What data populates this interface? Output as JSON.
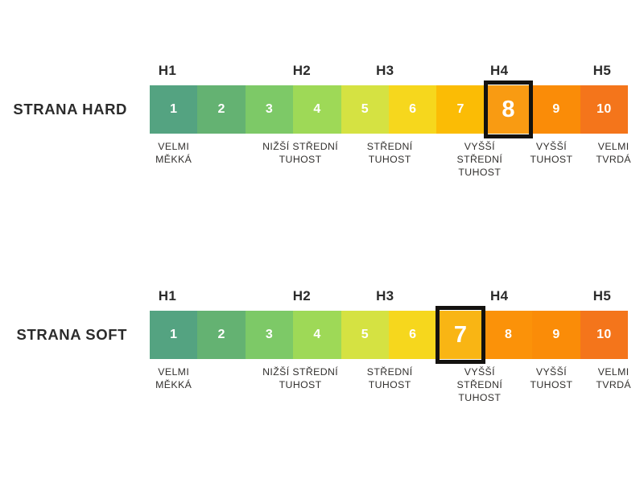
{
  "page": {
    "background": "#ffffff",
    "text_color": "#2b2b2b",
    "highlight_border_color": "#14120f"
  },
  "scales": [
    {
      "id": "hard",
      "row_label": "STRANA HARD",
      "group_headers": [
        {
          "label": "H1",
          "center_pct": 3.7
        },
        {
          "label": "H2",
          "center_pct": 31.8
        },
        {
          "label": "H3",
          "center_pct": 49.2
        },
        {
          "label": "H4",
          "center_pct": 73.1
        },
        {
          "label": "H5",
          "center_pct": 94.6
        }
      ],
      "cells": [
        {
          "number": "1",
          "color": "#54a381",
          "highlight": false
        },
        {
          "number": "2",
          "color": "#64b272",
          "highlight": false
        },
        {
          "number": "3",
          "color": "#7dc967",
          "highlight": false
        },
        {
          "number": "4",
          "color": "#9ed957",
          "highlight": false
        },
        {
          "number": "5",
          "color": "#d5e242",
          "highlight": false
        },
        {
          "number": "6",
          "color": "#f6d71d",
          "highlight": false
        },
        {
          "number": "7",
          "color": "#fbbc05",
          "highlight": false
        },
        {
          "number": "8",
          "color": "#f99b12",
          "highlight": true
        },
        {
          "number": "9",
          "color": "#fa8c08",
          "highlight": false
        },
        {
          "number": "10",
          "color": "#f4751b",
          "highlight": false
        }
      ],
      "descriptions": [
        {
          "text": "VELMI\nMĚKKÁ",
          "center_pct": 5.0
        },
        {
          "text": "NIŽŠÍ STŘEDNÍ\nTUHOST",
          "center_pct": 31.5
        },
        {
          "text": "STŘEDNÍ\nTUHOST",
          "center_pct": 50.2
        },
        {
          "text": "VYŠŠÍ\nSTŘEDNÍ\nTUHOST",
          "center_pct": 69.0
        },
        {
          "text": "VYŠŠÍ\nTUHOST",
          "center_pct": 84.0
        },
        {
          "text": "VELMI\nTVRDÁ",
          "center_pct": 97.0
        }
      ]
    },
    {
      "id": "soft",
      "row_label": "STRANA SOFT",
      "group_headers": [
        {
          "label": "H1",
          "center_pct": 3.7
        },
        {
          "label": "H2",
          "center_pct": 31.8
        },
        {
          "label": "H3",
          "center_pct": 49.2
        },
        {
          "label": "H4",
          "center_pct": 73.1
        },
        {
          "label": "H5",
          "center_pct": 94.6
        }
      ],
      "cells": [
        {
          "number": "1",
          "color": "#54a381",
          "highlight": false
        },
        {
          "number": "2",
          "color": "#64b272",
          "highlight": false
        },
        {
          "number": "3",
          "color": "#7dc967",
          "highlight": false
        },
        {
          "number": "4",
          "color": "#9ed957",
          "highlight": false
        },
        {
          "number": "5",
          "color": "#d5e242",
          "highlight": false
        },
        {
          "number": "6",
          "color": "#f6d71d",
          "highlight": false
        },
        {
          "number": "7",
          "color": "#f9b514",
          "highlight": true
        },
        {
          "number": "8",
          "color": "#fb9209",
          "highlight": false
        },
        {
          "number": "9",
          "color": "#fa8c08",
          "highlight": false
        },
        {
          "number": "10",
          "color": "#f4751b",
          "highlight": false
        }
      ],
      "descriptions": [
        {
          "text": "VELMI\nMĚKKÁ",
          "center_pct": 5.0
        },
        {
          "text": "NIŽŠÍ STŘEDNÍ\nTUHOST",
          "center_pct": 31.5
        },
        {
          "text": "STŘEDNÍ\nTUHOST",
          "center_pct": 50.2
        },
        {
          "text": "VYŠŠÍ\nSTŘEDNÍ\nTUHOST",
          "center_pct": 69.0
        },
        {
          "text": "VYŠŠÍ\nTUHOST",
          "center_pct": 84.0
        },
        {
          "text": "VELMI\nTVRDÁ",
          "center_pct": 97.0
        }
      ]
    }
  ]
}
